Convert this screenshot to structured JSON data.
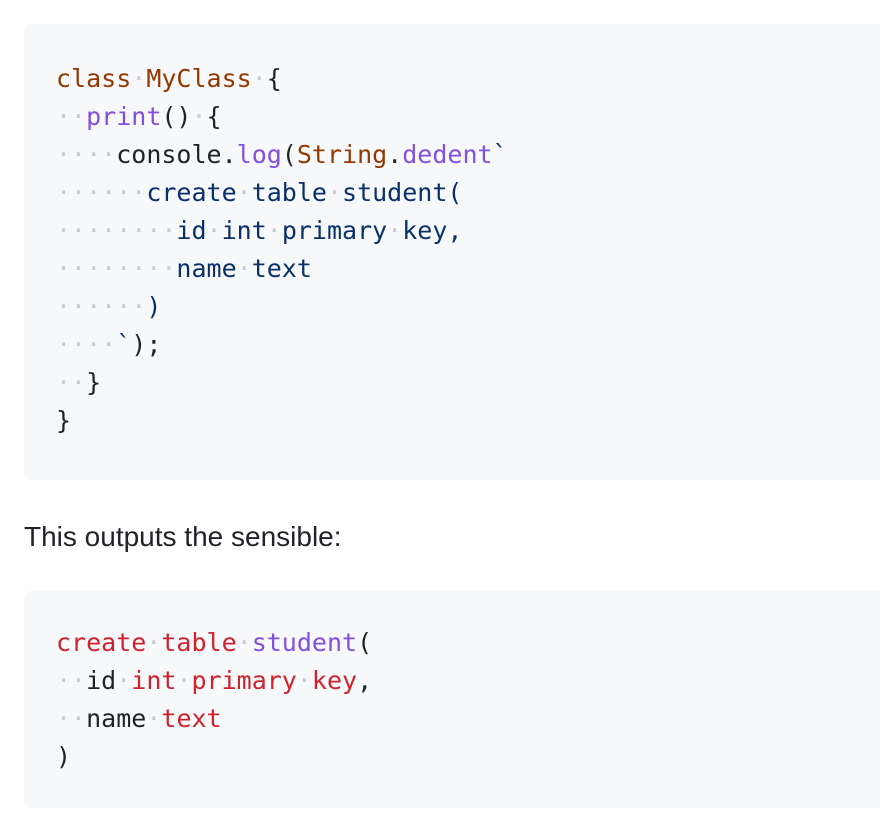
{
  "code_block_1": {
    "lines": [
      [
        {
          "t": "class",
          "c": "kw2"
        },
        {
          "t": "·",
          "c": "ws"
        },
        {
          "t": "MyClass",
          "c": "class"
        },
        {
          "t": "·",
          "c": "ws"
        },
        {
          "t": "{",
          "c": "plain"
        }
      ],
      [
        {
          "t": "··",
          "c": "ws"
        },
        {
          "t": "print",
          "c": "fn"
        },
        {
          "t": "()",
          "c": "plain"
        },
        {
          "t": "·",
          "c": "ws"
        },
        {
          "t": "{",
          "c": "plain"
        }
      ],
      [
        {
          "t": "····",
          "c": "ws"
        },
        {
          "t": "console.",
          "c": "plain"
        },
        {
          "t": "log",
          "c": "fn"
        },
        {
          "t": "(",
          "c": "plain"
        },
        {
          "t": "String",
          "c": "class"
        },
        {
          "t": ".",
          "c": "plain"
        },
        {
          "t": "dedent",
          "c": "fn"
        },
        {
          "t": "`",
          "c": "str"
        }
      ],
      [
        {
          "t": "······",
          "c": "ws"
        },
        {
          "t": "create",
          "c": "str"
        },
        {
          "t": "·",
          "c": "ws"
        },
        {
          "t": "table",
          "c": "str"
        },
        {
          "t": "·",
          "c": "ws"
        },
        {
          "t": "student(",
          "c": "str"
        }
      ],
      [
        {
          "t": "········",
          "c": "ws"
        },
        {
          "t": "id",
          "c": "str"
        },
        {
          "t": "·",
          "c": "ws"
        },
        {
          "t": "int",
          "c": "str"
        },
        {
          "t": "·",
          "c": "ws"
        },
        {
          "t": "primary",
          "c": "str"
        },
        {
          "t": "·",
          "c": "ws"
        },
        {
          "t": "key,",
          "c": "str"
        }
      ],
      [
        {
          "t": "········",
          "c": "ws"
        },
        {
          "t": "name",
          "c": "str"
        },
        {
          "t": "·",
          "c": "ws"
        },
        {
          "t": "text",
          "c": "str"
        }
      ],
      [
        {
          "t": "······",
          "c": "ws"
        },
        {
          "t": ")",
          "c": "str"
        }
      ],
      [
        {
          "t": "····",
          "c": "ws"
        },
        {
          "t": "`",
          "c": "str"
        },
        {
          "t": ");",
          "c": "plain"
        }
      ],
      [
        {
          "t": "··",
          "c": "ws"
        },
        {
          "t": "}",
          "c": "plain"
        }
      ],
      [
        {
          "t": "}",
          "c": "plain"
        }
      ]
    ]
  },
  "prose": {
    "text": "This outputs the sensible:"
  },
  "code_block_2": {
    "lines": [
      [
        {
          "t": "create",
          "c": "kw"
        },
        {
          "t": "·",
          "c": "ws"
        },
        {
          "t": "table",
          "c": "kw"
        },
        {
          "t": "·",
          "c": "ws"
        },
        {
          "t": "student",
          "c": "fn"
        },
        {
          "t": "(",
          "c": "plain"
        }
      ],
      [
        {
          "t": "··",
          "c": "ws"
        },
        {
          "t": "id",
          "c": "plain"
        },
        {
          "t": "·",
          "c": "ws"
        },
        {
          "t": "int",
          "c": "kw"
        },
        {
          "t": "·",
          "c": "ws"
        },
        {
          "t": "primary",
          "c": "kw"
        },
        {
          "t": "·",
          "c": "ws"
        },
        {
          "t": "key",
          "c": "kw"
        },
        {
          "t": ",",
          "c": "plain"
        }
      ],
      [
        {
          "t": "··",
          "c": "ws"
        },
        {
          "t": "name",
          "c": "plain"
        },
        {
          "t": "·",
          "c": "ws"
        },
        {
          "t": "text",
          "c": "kw"
        }
      ],
      [
        {
          "t": ")",
          "c": "plain"
        }
      ]
    ]
  },
  "colors": {
    "plain": "#1f2328",
    "str": "#0a3069",
    "kw": "#cf222e",
    "kw2": "#953800",
    "class": "#953800",
    "fn": "#8250df",
    "ws": "#c8ccd1",
    "code_background": "#f6f8fa"
  }
}
